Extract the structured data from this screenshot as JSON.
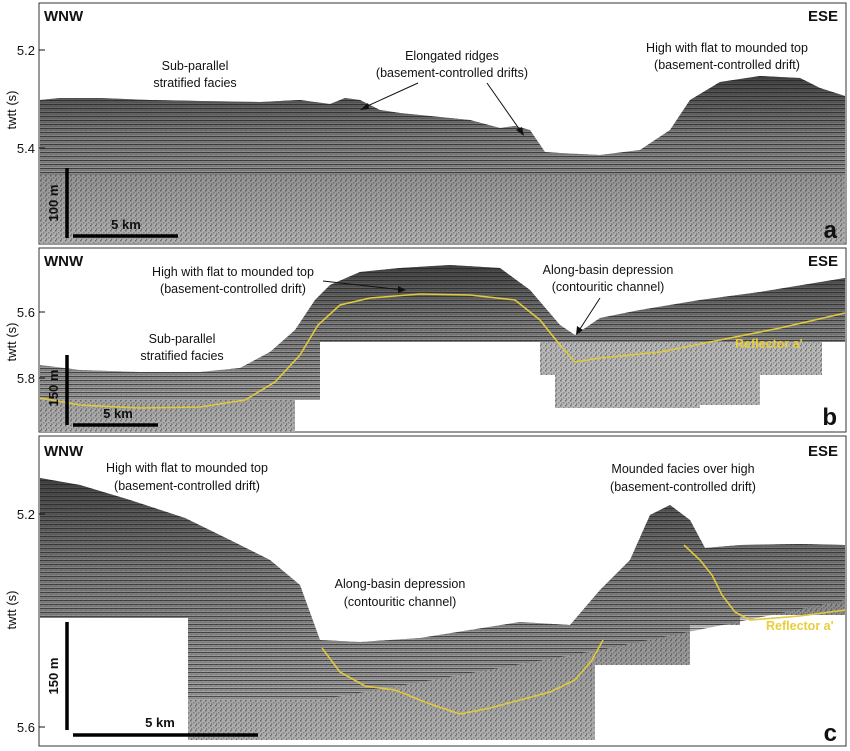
{
  "panels": {
    "a": {
      "letter": "a",
      "dir_left": "WNW",
      "dir_right": "ESE",
      "ylabel": "twtt (s)",
      "ticks": [
        "5.2",
        "5.4"
      ],
      "scale_vertical": "100 m",
      "scale_horizontal": "5 km",
      "ann_subparallel": [
        "Sub-parallel",
        "stratified facies"
      ],
      "ann_ridges": [
        "Elongated ridges",
        "(basement-controlled drifts)"
      ],
      "ann_high": [
        "High with flat to mounded top",
        "(basement-controlled drift)"
      ]
    },
    "b": {
      "letter": "b",
      "dir_left": "WNW",
      "dir_right": "ESE",
      "ylabel": "twtt (s)",
      "ticks": [
        "5.6",
        "5.8"
      ],
      "scale_vertical": "150 m",
      "scale_horizontal": "5 km",
      "ann_high": [
        "High with flat to mounded top",
        "(basement-controlled drift)"
      ],
      "ann_depression": [
        "Along-basin depression",
        "(contouritic channel)"
      ],
      "ann_subparallel": [
        "Sub-parallel",
        "stratified facies"
      ],
      "reflector": "Reflector a'"
    },
    "c": {
      "letter": "c",
      "dir_left": "WNW",
      "dir_right": "ESE",
      "ylabel": "twtt (s)",
      "ticks": [
        "5.2",
        "5.6"
      ],
      "scale_vertical": "150 m",
      "scale_horizontal": "5 km",
      "ann_high": [
        "High with flat to mounded top",
        "(basement-controlled drift)"
      ],
      "ann_mounded": [
        "Mounded facies over high",
        "(basement-controlled drift)"
      ],
      "ann_depression": [
        "Along-basin depression",
        "(contouritic channel)"
      ],
      "reflector": "Reflector a'"
    }
  },
  "colors": {
    "reflector_line": "#e2c93a",
    "seismic_dark": "#2a2a2a",
    "seismic_light": "#d9d9d9"
  }
}
